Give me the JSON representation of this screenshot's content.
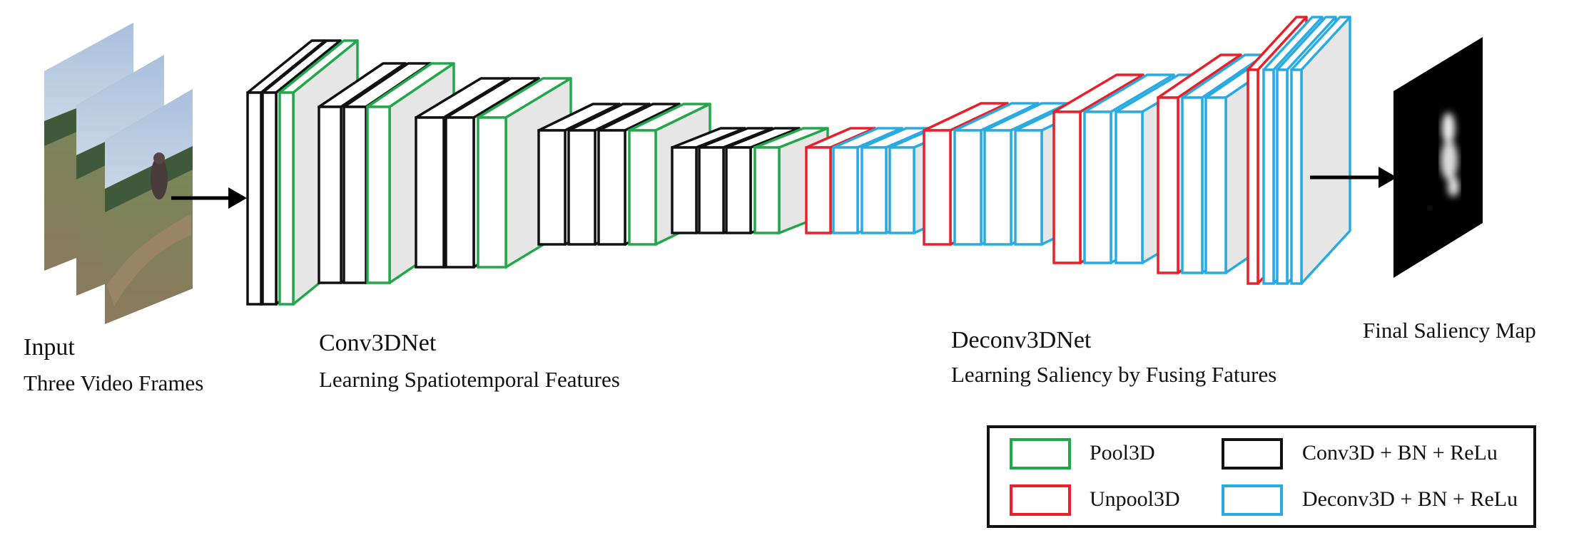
{
  "colors": {
    "conv": "#111111",
    "pool": "#22a84a",
    "unpool": "#e8202a",
    "deconv": "#29abe2",
    "side": "#e6e6e6"
  },
  "labels": {
    "input_title": "Input",
    "input_sub": "Three Video Frames",
    "conv_title": "Conv3DNet",
    "conv_sub": "Learning Spatiotemporal Features",
    "deconv_title": "Deconv3DNet",
    "deconv_sub": "Learning Saliency by Fusing Fatures",
    "output_title": "Final Saliency Map"
  },
  "legend": {
    "pool": "Pool3D",
    "unpool": "Unpool3D",
    "conv": "Conv3D + BN + ReLu",
    "deconv": "Deconv3D + BN + ReLu"
  },
  "pipeline": [
    {
      "stage": 1,
      "layers": [
        "conv",
        "conv",
        "pool"
      ]
    },
    {
      "stage": 2,
      "layers": [
        "conv",
        "conv",
        "pool"
      ]
    },
    {
      "stage": 3,
      "layers": [
        "conv",
        "conv",
        "pool"
      ]
    },
    {
      "stage": 4,
      "layers": [
        "conv",
        "conv",
        "conv",
        "pool"
      ]
    },
    {
      "stage": 5,
      "layers": [
        "conv",
        "conv",
        "conv",
        "pool"
      ]
    },
    {
      "stage": 6,
      "layers": [
        "unpool",
        "deconv",
        "deconv",
        "deconv"
      ]
    },
    {
      "stage": 7,
      "layers": [
        "unpool",
        "deconv",
        "deconv",
        "deconv"
      ]
    },
    {
      "stage": 8,
      "layers": [
        "unpool",
        "deconv",
        "deconv"
      ]
    },
    {
      "stage": 9,
      "layers": [
        "unpool",
        "deconv",
        "deconv"
      ]
    },
    {
      "stage": 10,
      "layers": [
        "unpool",
        "deconv",
        "deconv",
        "deconv"
      ]
    }
  ]
}
